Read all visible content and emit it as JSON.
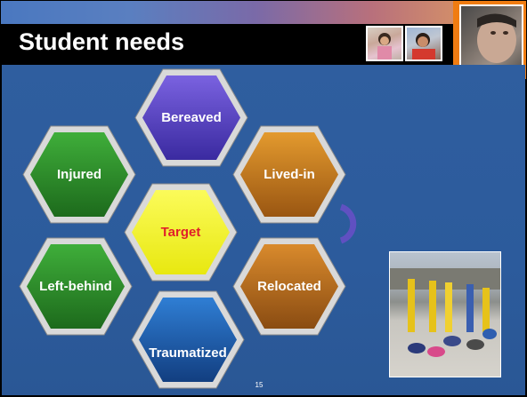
{
  "slide": {
    "title": "Student needs",
    "page_number": "15"
  },
  "hexagons": [
    {
      "label": "Bereaved"
    },
    {
      "label": "Injured"
    },
    {
      "label": "Lived-in"
    },
    {
      "label": "Target"
    },
    {
      "label": "Left-behind"
    },
    {
      "label": "Relocated"
    },
    {
      "label": "Traumatized"
    }
  ],
  "colors": {
    "background_blue": "#2c5b9c",
    "accent_orange": "#f07c12",
    "bereaved": "#5a3fc4",
    "injured": "#2f8a2c",
    "lived_in": "#c2761a",
    "target": "#f7f72a",
    "target_text": "#e0202a",
    "left_behind": "#2f8a2c",
    "relocated": "#b0651a",
    "traumatized": "#1f5aa8"
  },
  "icons": [
    "child-photo-1",
    "child-photo-2",
    "child-portrait",
    "outdoor-classroom-photo"
  ]
}
